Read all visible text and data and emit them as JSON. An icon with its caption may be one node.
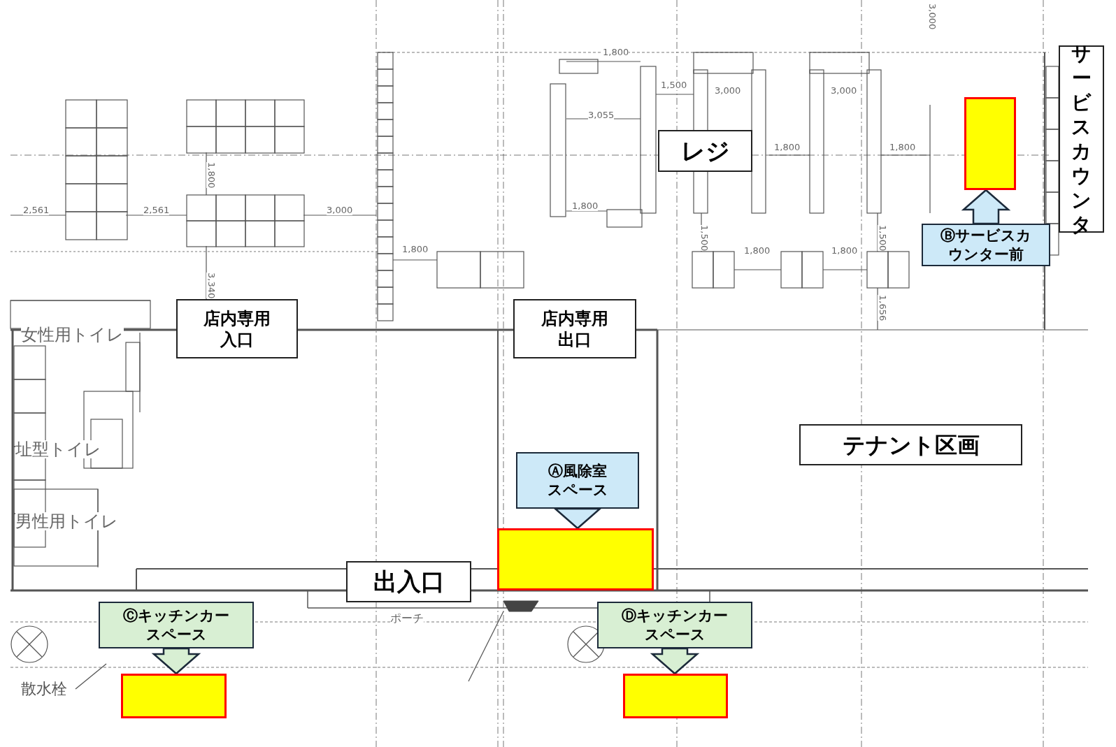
{
  "diagram": {
    "nodes": [
      {
        "text": [
          "店内専用入口"
        ]
      },
      {
        "text": [
          "店内専用出口"
        ]
      },
      {
        "text": [
          "レジ"
        ]
      },
      {
        "text": [
          "サービスカウンタ"
        ]
      },
      {
        "text": [
          "Ⓑサービスカウンター前"
        ]
      },
      {
        "text": [],
        "shape": "box"
      },
      {
        "text": [
          "テナント区画"
        ]
      },
      {
        "text": [
          "Ⓐ風除室スペース"
        ]
      },
      {
        "text": [],
        "shape": "box"
      },
      {
        "text": [
          "出入口"
        ]
      },
      {
        "text": [
          "Ⓒキッチンカースペース"
        ]
      },
      {
        "text": [],
        "shape": "box"
      },
      {
        "text": [
          "Ⓓキッチンカースペース"
        ]
      },
      {
        "text": [],
        "shape": "box"
      },
      {
        "text": [
          "散水栓"
        ]
      }
    ],
    "edges": [
      {
        "from": 4,
        "to": 5,
        "arrow": "to"
      },
      {
        "from": 7,
        "to": 8,
        "arrow": "to"
      },
      {
        "from": 10,
        "to": 11,
        "arrow": "to"
      },
      {
        "from": 12,
        "to": 13,
        "arrow": "to"
      },
      {
        "from": 14,
        "to": null,
        "arrow": "none"
      }
    ],
    "labels": [
      "3,000",
      "2,561",
      "2,561",
      "3,000",
      "1,800",
      "3,340",
      "1,800",
      "1,800",
      "3,055",
      "1,800",
      "1,500",
      "3,000",
      "3,000",
      "1,800",
      "1,800",
      "1,500",
      "1,800",
      "1,800",
      "1,500",
      "1,656",
      "女性用トイレ",
      "址型トイレ",
      "男性用トイレ",
      "ポーチ"
    ]
  }
}
